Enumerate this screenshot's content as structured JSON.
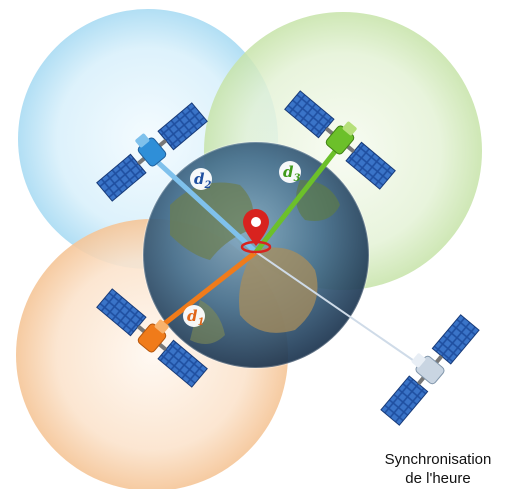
{
  "labels": {
    "d1_main": "d",
    "d1_sub": "1",
    "d2_main": "d",
    "d2_sub": "2",
    "d3_main": "d",
    "d3_sub": "3",
    "sync_line1": "Synchronisation",
    "sync_line2": "de l'heure"
  },
  "colors": {
    "sat1": "#f07b1a",
    "sat2": "#2f8fd8",
    "sat3": "#6cc02a",
    "sat4": "#9fb4c8",
    "pin": "#d8231f",
    "circle_blue": "#bfe3f6",
    "circle_green": "#d5ecbe",
    "circle_orange": "#f7d2b0"
  },
  "icons": {
    "earth": "globe-icon",
    "pin": "map-pin-icon",
    "satellites": [
      "satellite-icon",
      "satellite-icon",
      "satellite-icon",
      "satellite-icon"
    ]
  }
}
